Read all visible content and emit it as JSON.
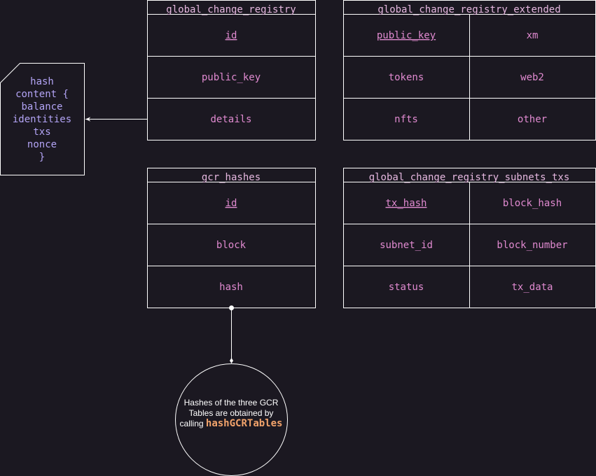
{
  "note": {
    "lines": [
      "hash",
      "content {",
      "balance",
      "identities",
      "txs",
      "nonce",
      "}"
    ]
  },
  "tables": {
    "gcr": {
      "title": "global_change_registry",
      "rows": [
        "id",
        "public_key",
        "details"
      ]
    },
    "gcr_extended": {
      "title": "global_change_registry_extended",
      "rows": [
        [
          "public_key",
          "xm"
        ],
        [
          "tokens",
          "web2"
        ],
        [
          "nfts",
          "other"
        ]
      ]
    },
    "gcr_hashes": {
      "title": "gcr_hashes",
      "rows": [
        "id",
        "block",
        "hash"
      ]
    },
    "gcr_subnets_txs": {
      "title": "global_change_registry_subnets_txs",
      "rows": [
        [
          "tx_hash",
          "block_hash"
        ],
        [
          "subnet_id",
          "block_number"
        ],
        [
          "status",
          "tx_data"
        ]
      ]
    }
  },
  "circle": {
    "text": "Hashes of the three GCR Tables are obtained by calling",
    "function_name": "hashGCRTables"
  },
  "colors": {
    "background": "#1b1821",
    "title_text": "#e6b8e0",
    "cell_text": "#e08ad0",
    "note_text": "#b3a4f5",
    "highlight": "#f2a36b",
    "stroke": "#ffffff"
  }
}
